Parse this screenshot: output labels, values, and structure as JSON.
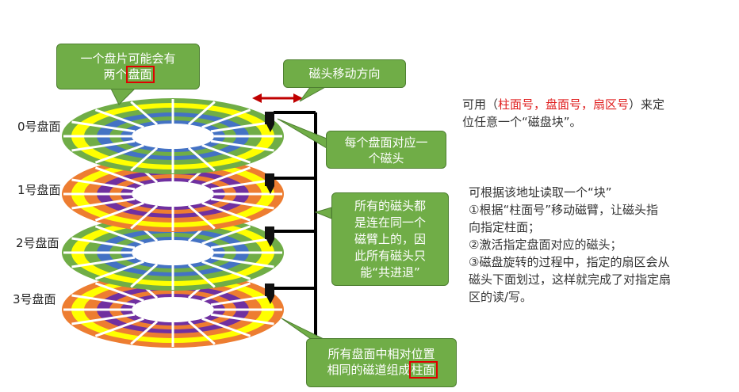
{
  "platter_labels": [
    "0号盘面",
    "1号盘面",
    "2号盘面",
    "3号盘面"
  ],
  "callouts": {
    "two_surfaces_line1": "一个盘片可能会有",
    "two_surfaces_line2_pre": "两个",
    "two_surfaces_line2_hl": "盘面",
    "arm_direction": "磁头移动方向",
    "head_per_surface_line1": "每个盘面对应一",
    "head_per_surface_line2": "个磁头",
    "shared_arm_lines": [
      "所有的磁头都",
      "是连在同一个",
      "磁臂上的，因",
      "此所有磁头只",
      "能“共进退”"
    ],
    "cylinder_line1": "所有盘面中相对位置",
    "cylinder_line2_pre": "相同的磁道组成",
    "cylinder_line2_hl": "柱面"
  },
  "notes": {
    "address_pre": "可用（",
    "address_red": "柱面号，盘面号，扇区号",
    "address_post": "）来定",
    "address_line2": "位任意一个“磁盘块”。",
    "read_title": "可根据该地址读取一个“块”",
    "steps": [
      "①根据“柱面号”移动磁臂，让磁头指",
      "向指定柱面；",
      "②激活指定盘面对应的磁头；",
      "③磁盘旋转的过程中，指定的扇区会从",
      "磁头下面划过，这样就完成了对指定扇",
      "区的读/写。"
    ]
  },
  "colors": {
    "callout_green": "#70ad47",
    "platter_a_rings": [
      "#70ad47",
      "#ffff00",
      "#70ad47",
      "#4472c4",
      "#70ad47",
      "#4472c4"
    ],
    "platter_b_rings": [
      "#ed7d31",
      "#ffff00",
      "#ed7d31",
      "#7030a0",
      "#ed7d31",
      "#7030a0"
    ],
    "arrow": "#c00000",
    "highlight": "#e00000"
  }
}
